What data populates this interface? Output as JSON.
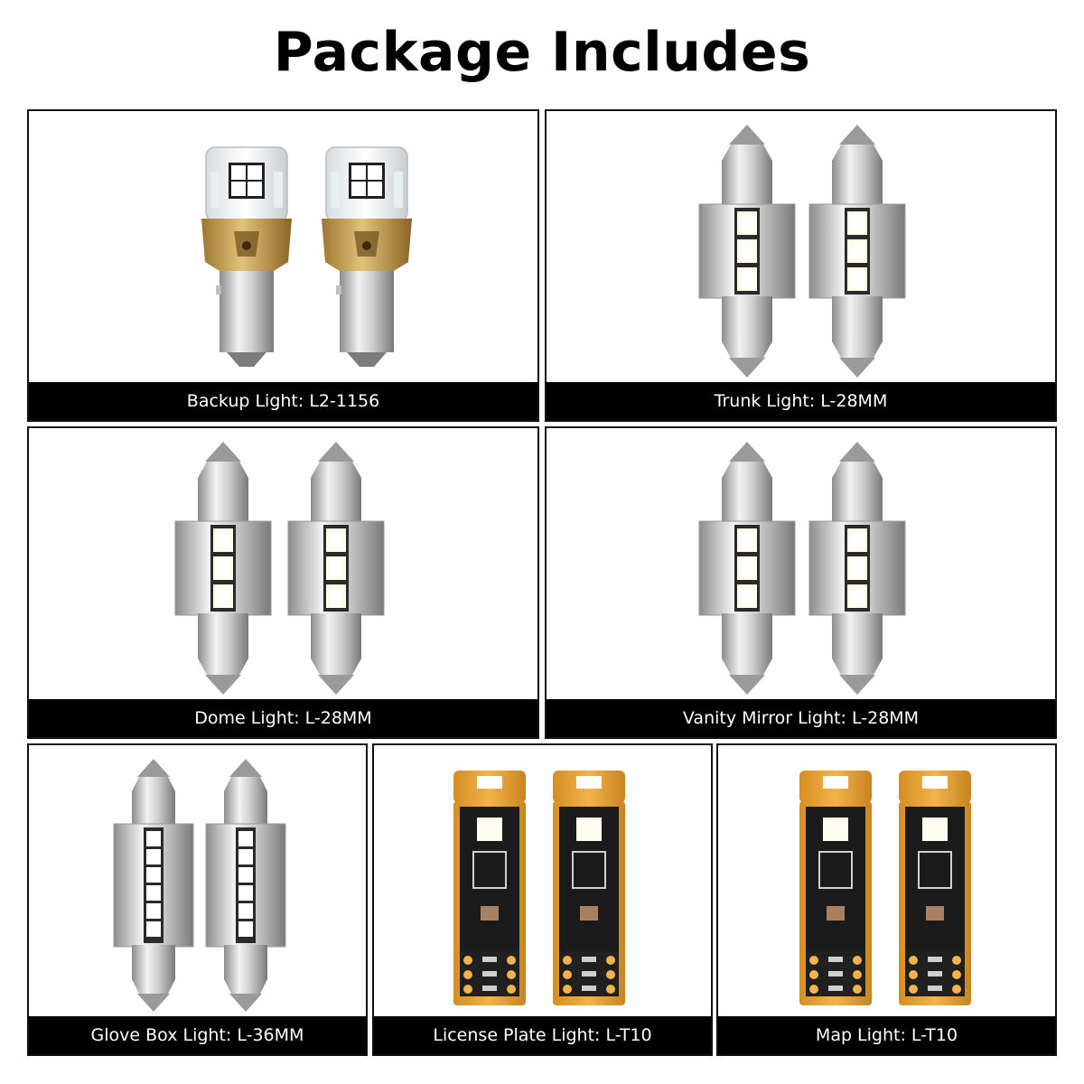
{
  "title": "Package Includes",
  "items": [
    {
      "label": "Backup Light: L2-1156"
    },
    {
      "label": "Trunk Light: L-28MM"
    },
    {
      "label": "Dome Light: L-28MM"
    },
    {
      "label": "Vanity Mirror Light: L-28MM"
    },
    {
      "label": "Glove Box Light: L-36MM"
    },
    {
      "label": "License Plate Light: L-T10"
    },
    {
      "label": "Map Light: L-T10"
    }
  ],
  "colors": {
    "caption_bg": "#000000",
    "caption_text": "#ffffff",
    "bulb_gold": "#c9a24a",
    "pcb_yellow": "#e8a93a"
  }
}
